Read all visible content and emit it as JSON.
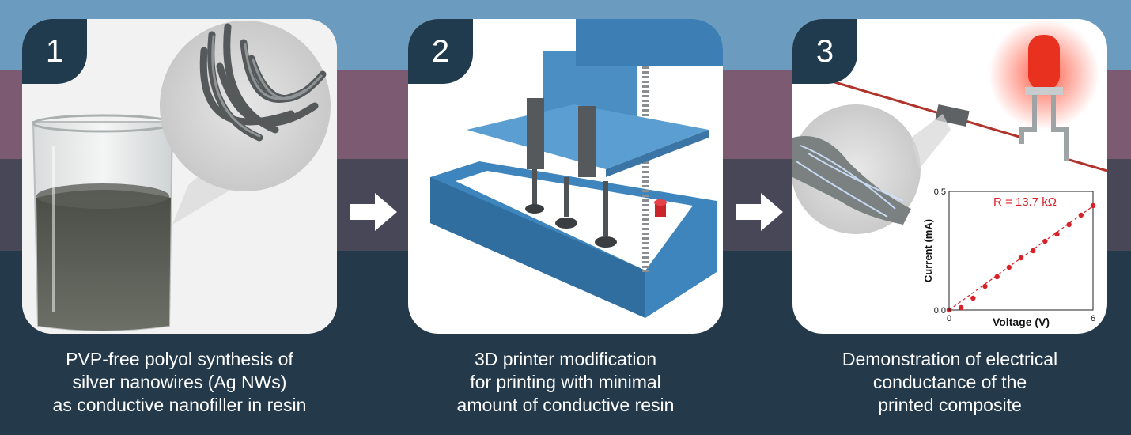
{
  "steps": [
    {
      "number": "1",
      "caption_lines": [
        "PVP-free polyol synthesis of",
        "silver nanowires (Ag NWs)",
        "as conductive nanofiller in resin"
      ]
    },
    {
      "number": "2",
      "caption_lines": [
        "3D printer modification",
        "for printing with minimal",
        "amount of conductive resin"
      ]
    },
    {
      "number": "3",
      "caption_lines": [
        "Demonstration of electrical",
        "conductance of the",
        "printed composite"
      ]
    }
  ],
  "colors": {
    "band_top": "#6b9cbf",
    "band_mauve": "#7b5a72",
    "band_slate": "#474758",
    "band_dark": "#243a4a",
    "printer_blue": "#4a8ec4",
    "led_red": "#e8321f",
    "data_red": "#d8222a"
  },
  "icons": [
    "beaker-icon",
    "nanowire-icon",
    "printer-icon",
    "led-icon",
    "arrow-right-icon"
  ],
  "chart_data": {
    "type": "scatter",
    "annotation": "R = 13.7 kΩ",
    "xlabel": "Voltage (V)",
    "ylabel": "Current (mA)",
    "xlim": [
      0,
      6
    ],
    "ylim": [
      0.0,
      0.5
    ],
    "x_ticks": [
      "0",
      "6"
    ],
    "y_ticks": [
      "0.0",
      "0.5"
    ],
    "x": [
      0.0,
      0.5,
      1.0,
      1.5,
      2.0,
      2.5,
      3.0,
      3.5,
      4.0,
      4.5,
      5.0,
      5.5,
      6.0
    ],
    "y": [
      0.0,
      0.01,
      0.05,
      0.1,
      0.14,
      0.18,
      0.22,
      0.25,
      0.29,
      0.32,
      0.36,
      0.4,
      0.44
    ],
    "fit_line": {
      "x": [
        0,
        6
      ],
      "y": [
        0.0,
        0.438
      ]
    },
    "grid": false
  }
}
